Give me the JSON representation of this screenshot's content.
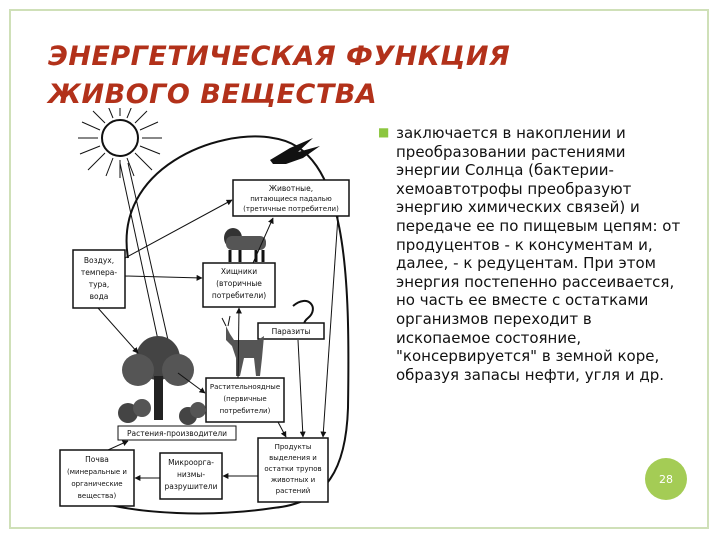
{
  "slide": {
    "title_line1": "ЭНЕРГЕТИЧЕСКАЯ ФУНКЦИЯ",
    "title_line2": "ЖИВОГО ВЕЩЕСТВА",
    "bullet_text": "заключается в накоплении и преобразовании растениями энергии Солнца (бактерии-хемоавтотрофы преобразуют энергию химических связей) и передаче ее по пищевым цепям: от продуцентов - к консументам и, далее, - к редуцентам. При этом энергия постепенно рассеивается, но часть ее вместе с остатками организмов переходит в ископаемое состояние, \"консервируется\" в земной коре, образуя запасы нефти, угля и др.",
    "page_number": "28",
    "accent_color": "#a4cc55",
    "title_color": "#b2311a"
  },
  "diagram": {
    "air_line1": "Воздух,",
    "air_line2": "темпера-",
    "air_line3": "тура,",
    "air_line4": "вода",
    "animals_line1": "Животные,",
    "animals_line2": "питающиеся падалью",
    "animals_line3": "(третичные потребители)",
    "predators_line1": "Хищники",
    "predators_line2": "(вторичные",
    "predators_line3": "потребители)",
    "parasites": "Паразиты",
    "herbivores_line1": "Растительноядные",
    "herbivores_line2": "(первичные",
    "herbivores_line3": "потребители)",
    "plants": "Растения-производители",
    "soil_line1": "Почва",
    "soil_line2": "(минеральные и",
    "soil_line3": "органические",
    "soil_line4": "вещества)",
    "microbes_line1": "Микроорга-",
    "microbes_line2": "низмы-",
    "microbes_line3": "разрушители",
    "products_line1": "Продукты",
    "products_line2": "выделения и",
    "products_line3": "остатки трупов",
    "products_line4": "животных и",
    "products_line5": "растений"
  }
}
